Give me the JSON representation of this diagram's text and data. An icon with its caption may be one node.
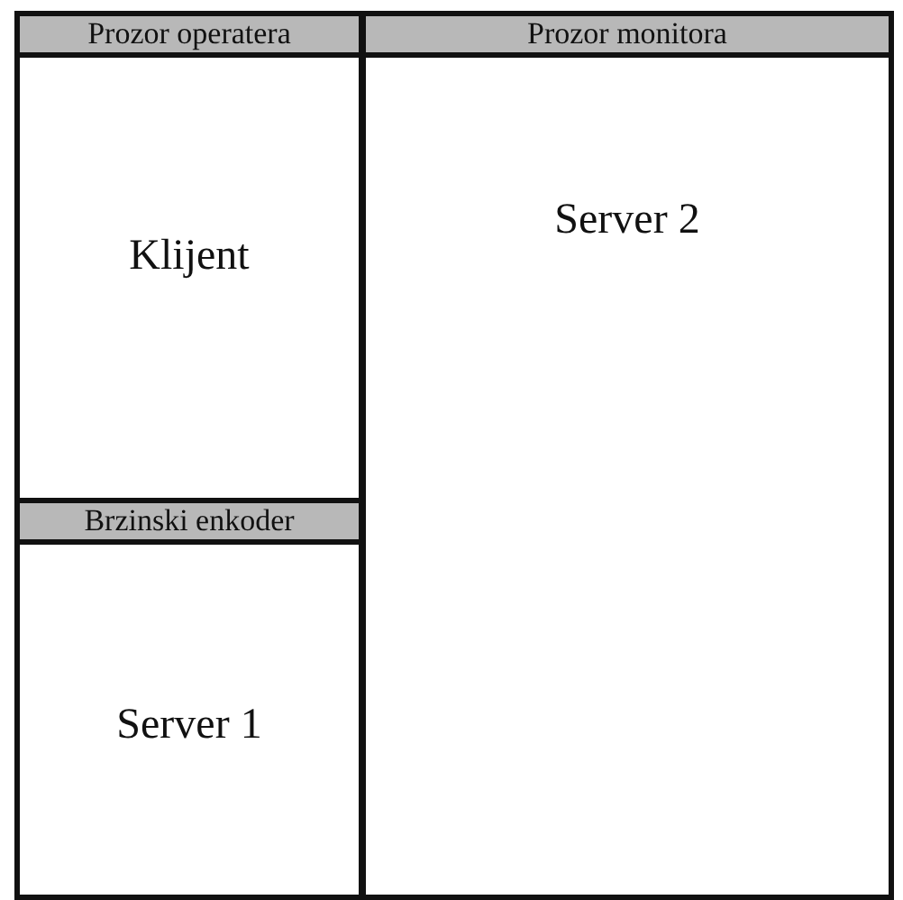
{
  "diagram": {
    "nodes": [
      {
        "text": [
          "Prozor operatera",
          "Klijent"
        ]
      },
      {
        "text": [
          "Prozor monitora",
          "Server 2"
        ]
      },
      {
        "text": [
          "Brzinski enkoder",
          "Server 1"
        ]
      }
    ]
  }
}
